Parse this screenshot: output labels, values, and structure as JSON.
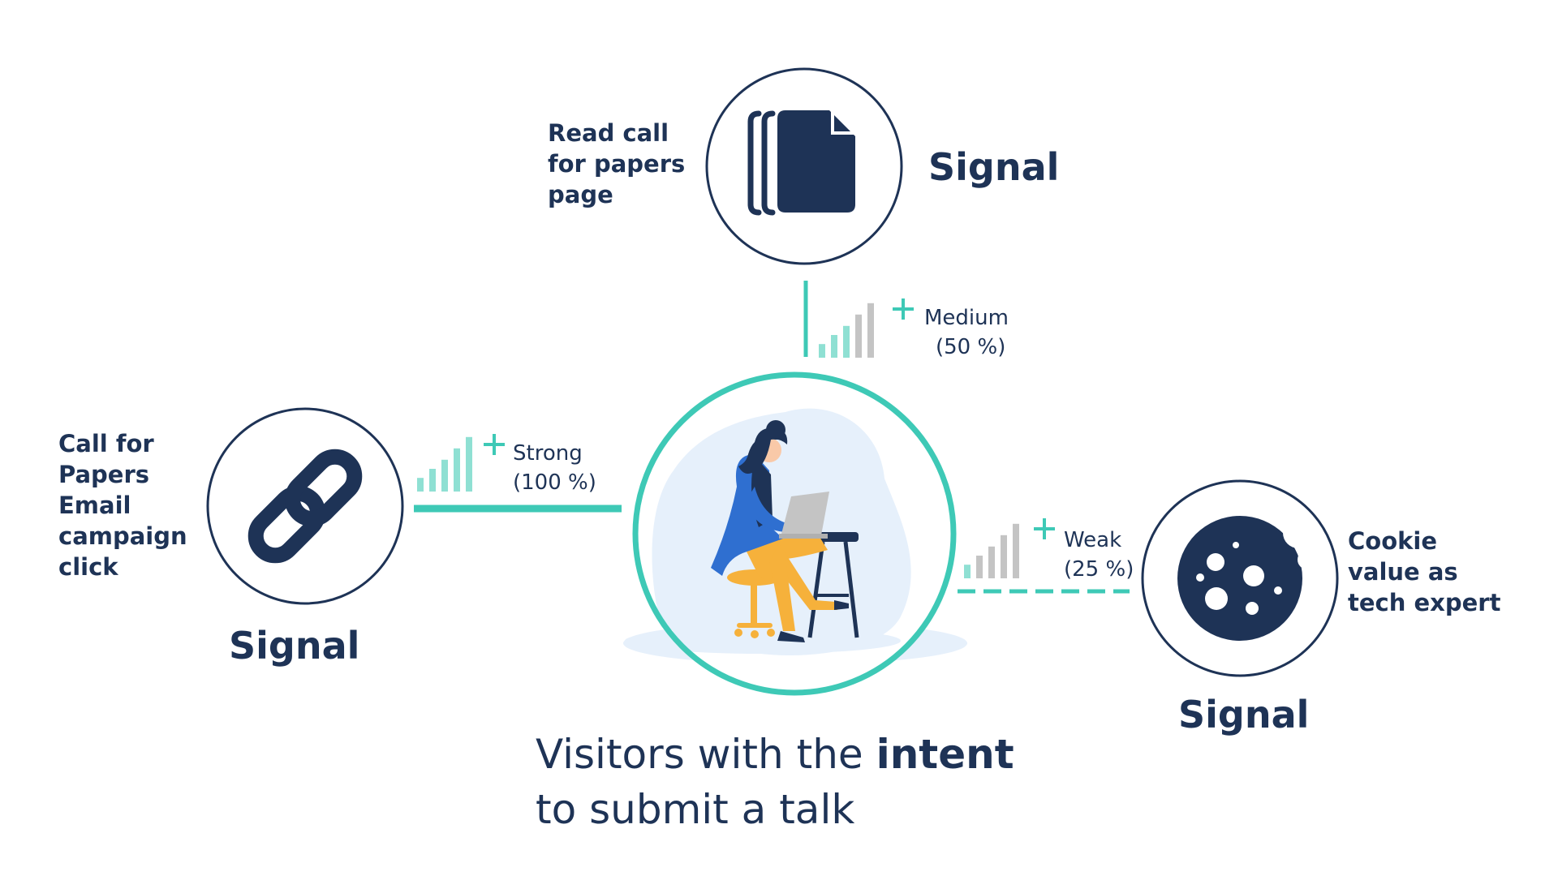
{
  "colors": {
    "navy": "#1e3356",
    "teal": "#3ec9b6",
    "teal_light": "#8fe0d3",
    "gray_bar": "#c4c4c4",
    "bubble": "#e6f0fb",
    "jacket": "#2f6fd0",
    "pants": "#f6b13b"
  },
  "nodes": {
    "top": {
      "icon": "document-stack-icon",
      "label": [
        "Read call",
        "for papers",
        "page"
      ],
      "title": "Signal",
      "strength": "Medium",
      "strength_value": "(50 %)",
      "strength_fraction": 0.5,
      "connector": "solid"
    },
    "left": {
      "icon": "link-chain-icon",
      "label": [
        "Call for",
        "Papers",
        "Email",
        "campaign",
        "click"
      ],
      "title": "Signal",
      "strength": "Strong",
      "strength_value": "(100 %)",
      "strength_fraction": 1.0,
      "connector": "solid"
    },
    "right": {
      "icon": "cookie-icon",
      "label": [
        "Cookie",
        "value as",
        "tech expert"
      ],
      "title": "Signal",
      "strength": "Weak",
      "strength_value": "(25 %)",
      "strength_fraction": 0.25,
      "connector": "dashed"
    }
  },
  "center": {
    "illustration": "woman-with-laptop-illustration",
    "caption_pre": "Visitors with the ",
    "caption_bold": "intent",
    "caption_post": "to submit a talk"
  },
  "plus_symbol": "+"
}
